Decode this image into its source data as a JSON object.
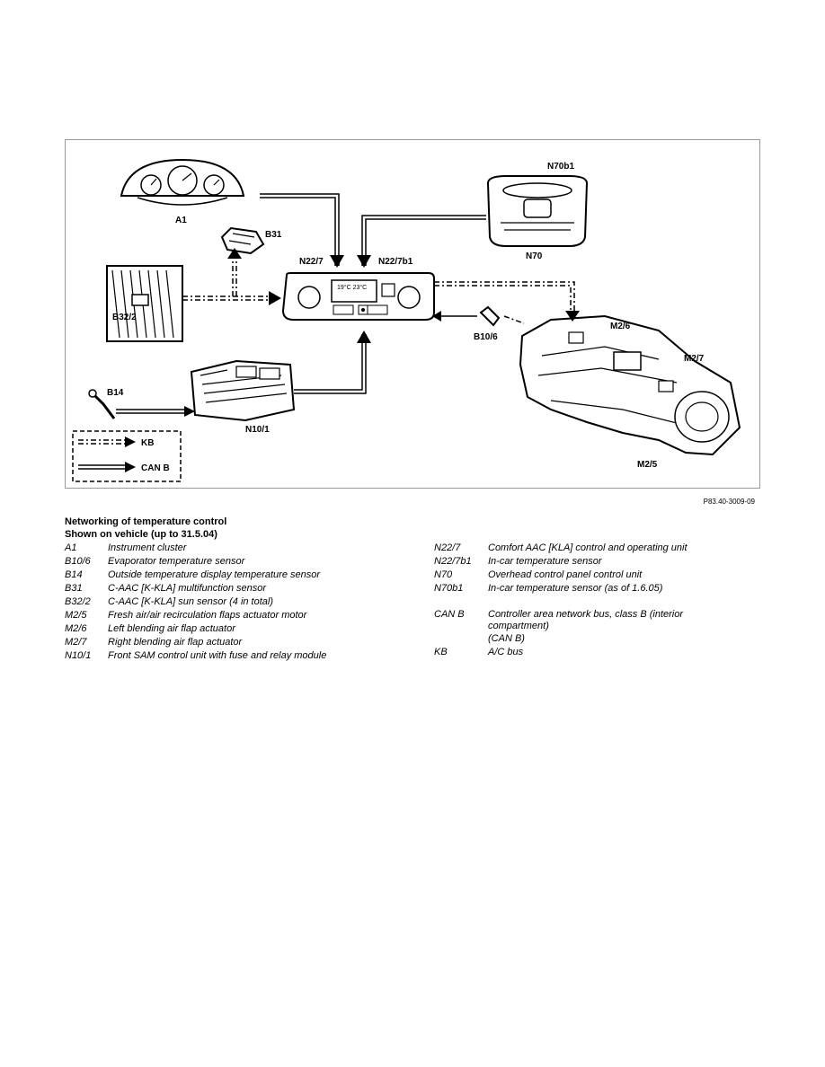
{
  "diagram": {
    "labels": {
      "A1": "A1",
      "B31": "B31",
      "B32_2": "B32/2",
      "B14": "B14",
      "N10_1": "N10/1",
      "N22_7": "N22/7",
      "N22_7b1": "N22/7b1",
      "N70b1": "N70b1",
      "N70": "N70",
      "B10_6": "B10/6",
      "M2_6": "M2/6",
      "M2_7": "M2/7",
      "M2_5": "M2/5",
      "display": "19°C 23°C"
    },
    "key": {
      "kb": "KB",
      "canb": "CAN B"
    }
  },
  "figure_ref": "P83.40-3009-09",
  "caption": {
    "title": "Networking of temperature control",
    "subtitle": "Shown on vehicle (up to 31.5.04)"
  },
  "legend_left": [
    {
      "code": "A1",
      "desc": "Instrument cluster"
    },
    {
      "code": "B10/6",
      "desc": "Evaporator temperature sensor"
    },
    {
      "code": "B14",
      "desc": "Outside temperature display temperature sensor"
    },
    {
      "code": "B31",
      "desc": "C-AAC [K-KLA] multifunction sensor"
    },
    {
      "code": "B32/2",
      "desc": "C-AAC [K-KLA] sun sensor (4 in total)"
    },
    {
      "code": "M2/5",
      "desc": "Fresh air/air recirculation flaps actuator motor"
    },
    {
      "code": "M2/6",
      "desc": "Left blending air flap actuator"
    },
    {
      "code": "M2/7",
      "desc": "Right blending air flap actuator"
    },
    {
      "code": "N10/1",
      "desc": "Front SAM control unit with fuse and relay module"
    }
  ],
  "legend_right": [
    {
      "code": "N22/7",
      "desc": "Comfort AAC [KLA] control and operating unit"
    },
    {
      "code": "N22/7b1",
      "desc": "In-car temperature sensor"
    },
    {
      "code": "N70",
      "desc": "Overhead control panel control unit"
    },
    {
      "code": "N70b1",
      "desc": "In-car temperature sensor (as of 1.6.05)"
    },
    {
      "code": "",
      "desc": ""
    },
    {
      "code": "CAN B",
      "desc": "Controller area network bus, class B (interior compartment)"
    },
    {
      "code": "",
      "desc": "(CAN B)"
    },
    {
      "code": "KB",
      "desc": "A/C bus"
    }
  ]
}
